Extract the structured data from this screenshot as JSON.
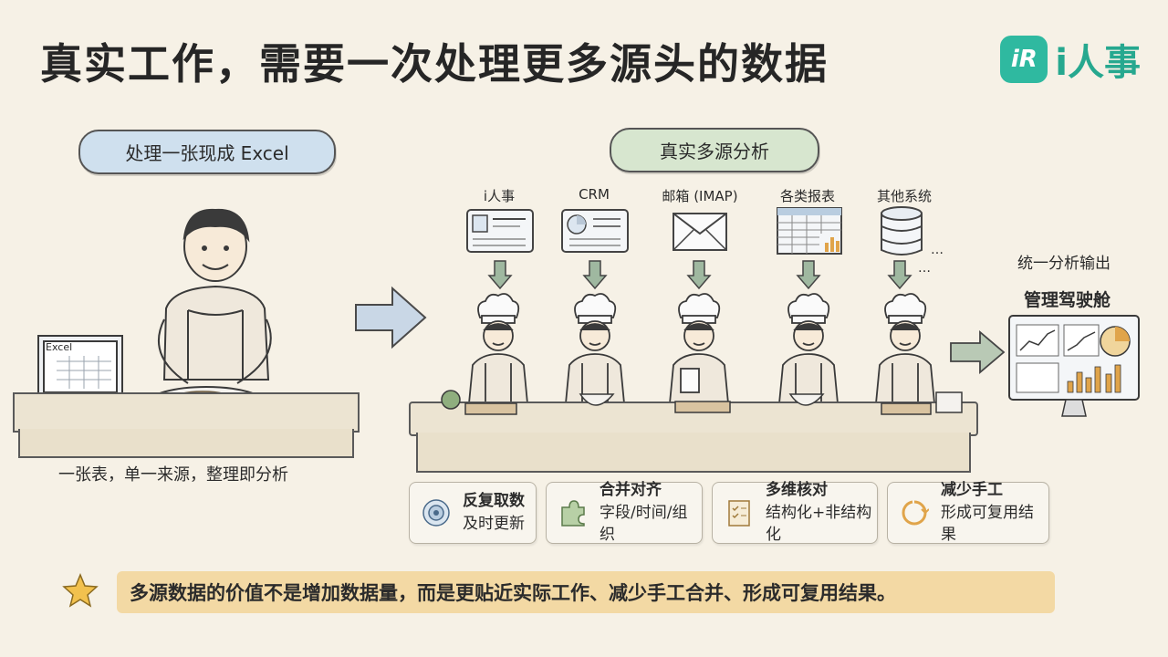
{
  "title": "真实工作，需要一次处理更多源头的数据",
  "logo": {
    "mark": "iR",
    "text": "i人事",
    "color": "#2fb9a0"
  },
  "left": {
    "pill": "处理一张现成 Excel",
    "laptop_label": "Excel",
    "caption": "一张表，单一来源，整理即分析"
  },
  "right": {
    "pill": "真实多源分析",
    "sources": [
      {
        "label": "i人事",
        "icon": "profile-card-icon"
      },
      {
        "label": "CRM",
        "icon": "crm-dashboard-icon"
      },
      {
        "label": "邮箱 (IMAP)",
        "icon": "envelope-icon"
      },
      {
        "label": "各类报表",
        "icon": "spreadsheet-chart-icon"
      },
      {
        "label": "其他系统",
        "icon": "database-icon"
      }
    ],
    "more": "…",
    "output_title": "统一分析输出",
    "output_subtitle": "管理驾驶舱"
  },
  "features": [
    {
      "title": "反复取数",
      "sub": "及时更新",
      "icon": "target-icon"
    },
    {
      "title": "合并对齐",
      "sub": "字段/时间/组织",
      "icon": "puzzle-icon"
    },
    {
      "title": "多维核对",
      "sub": "结构化+非结构化",
      "icon": "checklist-icon"
    },
    {
      "title": "减少手工",
      "sub": "形成可复用结果",
      "icon": "recycle-icon"
    }
  ],
  "banner": "多源数据的价值不是增加数据量，而是更贴近实际工作、减少手工合并、形成可复用结果。",
  "colors": {
    "blue_pill": "#cfe0ee",
    "green_pill": "#d7e6cf",
    "banner": "#f3d9a4",
    "accent": "#26a88f"
  }
}
